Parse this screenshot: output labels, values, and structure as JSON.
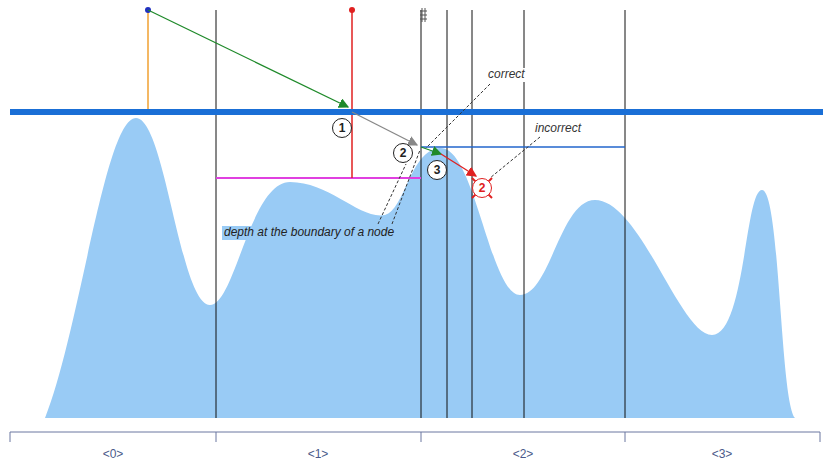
{
  "diagram": {
    "nodes": [
      {
        "text": [
          "1"
        ]
      },
      {
        "text": [
          "2"
        ]
      },
      {
        "text": [
          "3"
        ]
      },
      {
        "text": [
          "2"
        ]
      }
    ],
    "labels": [
      "correct",
      "incorrect",
      "depth at the boundary of a node",
      "<0>",
      "<1>",
      "<2>",
      "<3>"
    ]
  }
}
